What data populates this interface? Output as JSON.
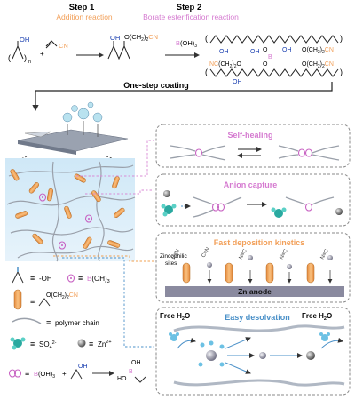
{
  "steps": {
    "step1_title": "Step 1",
    "step1_sub": "Addition reaction",
    "step2_title": "Step 2",
    "step2_sub": "Borate esterification reaction"
  },
  "chem": {
    "oh": "OH",
    "cn": "CN",
    "sub_n": "n",
    "side_chain": "O(CH",
    "side_chain_full": "O(CH2)2CN",
    "boric_acid": "B(OH)",
    "sub3": "3",
    "sub2": "2",
    "ester_b": "B",
    "ncch": "NC(CH",
    "ester_label": "O(CH2)2CN"
  },
  "process": {
    "coating": "One-step coating"
  },
  "panels": {
    "self_healing": "Self-healing",
    "anion_capture": "Anion capture",
    "fast_deposition": "Fast deposition kinetics",
    "zincophilic_sites": "Zincophilic sites",
    "zn_anode": "Zn anode",
    "easy_desolvation": "Easy desolvation",
    "free_water_left": "Free H2O",
    "free_water_right": "Free H2O"
  },
  "legend": {
    "oh_label": "-OH",
    "boh3_label": "B(OH)3",
    "side_chain_label": "O(CH2)2CN",
    "polymer_chain": "polymer chain",
    "so4": "SO4 2-",
    "zn": "Zn 2+",
    "eq_boh3": "B(OH)3",
    "eq_plus": "+",
    "eq_oh": "OH",
    "eq_product": "HO-B-OH"
  },
  "colors": {
    "orange": "#f2a05a",
    "pink": "#d57ad0",
    "purple_zn": "#8b8ba7",
    "blue_dash": "#4a90c8",
    "pink_dash": "#d98bd6",
    "orange_dash": "#f0a050"
  }
}
